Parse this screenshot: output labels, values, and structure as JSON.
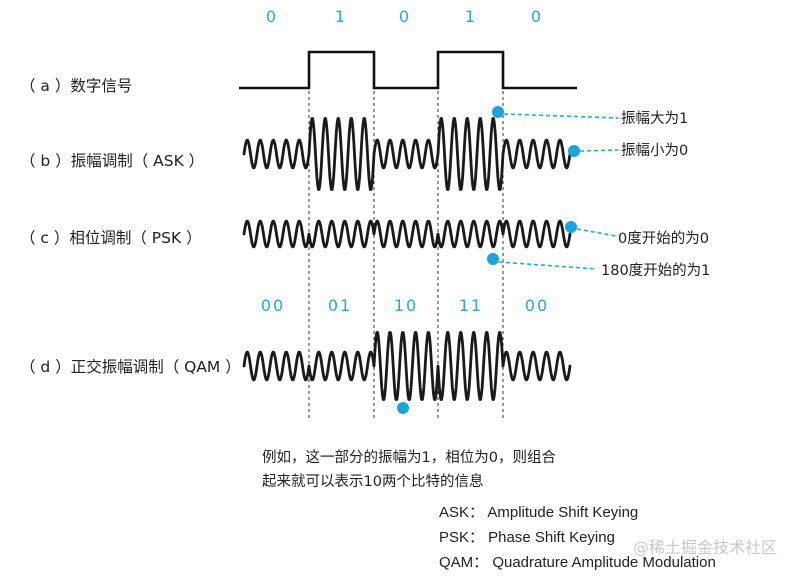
{
  "bits_top": [
    "0",
    "1",
    "0",
    "1",
    "0"
  ],
  "bits_qam": [
    "00",
    "01",
    "10",
    "11",
    "00"
  ],
  "rows": {
    "a": "（ a ）数字信号",
    "b": "（ b ）振幅调制（ ASK ）",
    "c": "（ c ）相位调制（ PSK ）",
    "d": "（ d ）正交振幅调制（ QAM ）"
  },
  "annotations": {
    "amp_big": "振幅大为1",
    "amp_small": "振幅小为0",
    "phase0": "0度开始的为0",
    "phase180": "180度开始的为1"
  },
  "qam_note": {
    "line1": "例如，这一部分的振幅为1，相位为0，则组合",
    "line2": "起来就可以表示10两个比特的信息"
  },
  "legend": {
    "ask": "ASK：  Amplitude Shift Keying",
    "psk": "PSK：  Phase Shift Keying",
    "qam": "QAM：  Quadrature Amplitude Modulation"
  },
  "watermark": "@稀土掘金技术社区",
  "colors": {
    "accent": "#1aa3dc",
    "line": "#1a1a1a"
  }
}
